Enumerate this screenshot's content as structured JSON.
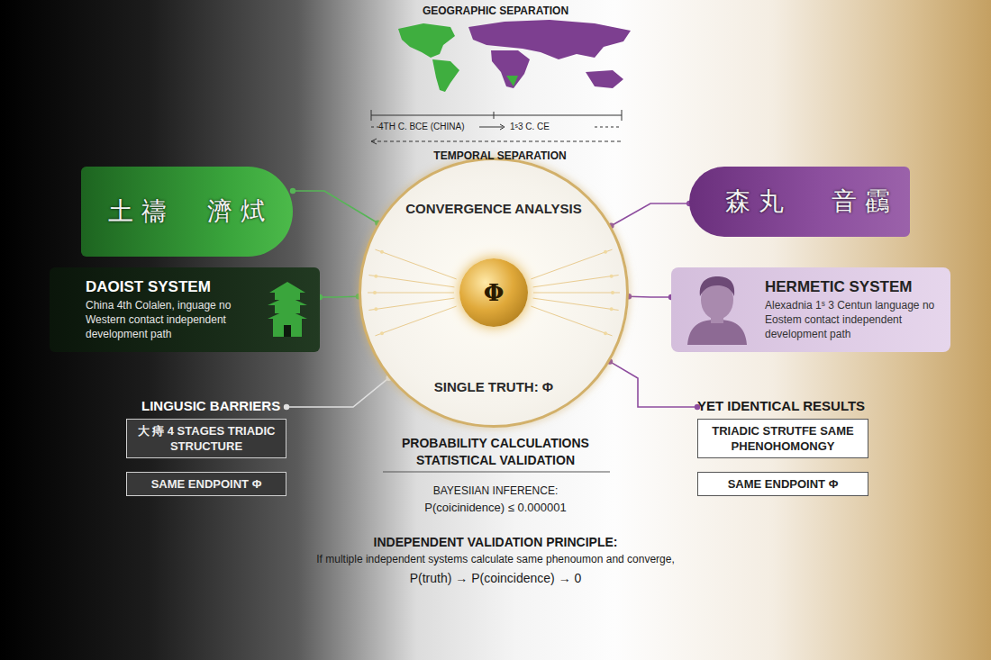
{
  "diagram": {
    "nodes": [
      {
        "text": [
          "土 禱",
          "濟 烒"
        ]
      },
      {
        "text": [
          "DAOIST SYSTEM",
          "China 4th Colalen, inguage no Western contact independent development path"
        ]
      },
      {
        "text": [
          "CONVERGENCE ANALYSIS",
          "SINGLE TRUTH: Φ"
        ]
      },
      {
        "text": [
          "Φ"
        ],
        "in": 2
      },
      {
        "text": [
          "森 丸",
          "音 靍"
        ]
      },
      {
        "text": [
          "HERMETIC SYSTEM",
          "Alexadnia 1ˢ 3 Centun language no Eostem contact independent development path"
        ]
      },
      {
        "text": [
          "LINGUSIC BARRIERS",
          "大 痔 4 STAGES TRIADIC STRUCTURE"
        ]
      },
      {
        "text": [
          "SAME ENDPOINT Φ"
        ]
      },
      {
        "text": [
          "YET IDENTICAL RESULTS",
          "TRIADIC STRUTFE SAME PHENOHOMONGY"
        ]
      },
      {
        "text": [
          "SAME ENDPOINT Φ"
        ]
      }
    ],
    "edges": [
      {
        "from": 0,
        "to": 2,
        "arrow": "none"
      },
      {
        "from": 1,
        "to": 2,
        "arrow": "none"
      },
      {
        "from": 2,
        "to": 4,
        "arrow": "none"
      },
      {
        "from": 2,
        "to": 5,
        "arrow": "none"
      },
      {
        "from": 6,
        "to": 2,
        "arrow": "none"
      },
      {
        "from": 2,
        "to": 8,
        "arrow": "none"
      }
    ],
    "labels": [
      "GEOGRAPHIC SEPARATION",
      "4TH C. BCE (CHINA)",
      "1ˢ3 C. CE",
      "TEMPORAL SEPARATION",
      "PROBABILITY CALCULATIONS",
      "STATISTICAL VALIDATION",
      "BAYESIIAN INFERENCE:",
      "P(coicinidence) ≤ 0.000001",
      "INDEPENDENT VALIDATION PRINCIPLE:",
      "If multiple independent systems calculate same phenoumon and converge,",
      "P(truth) → P(coincidence) → 0"
    ]
  }
}
